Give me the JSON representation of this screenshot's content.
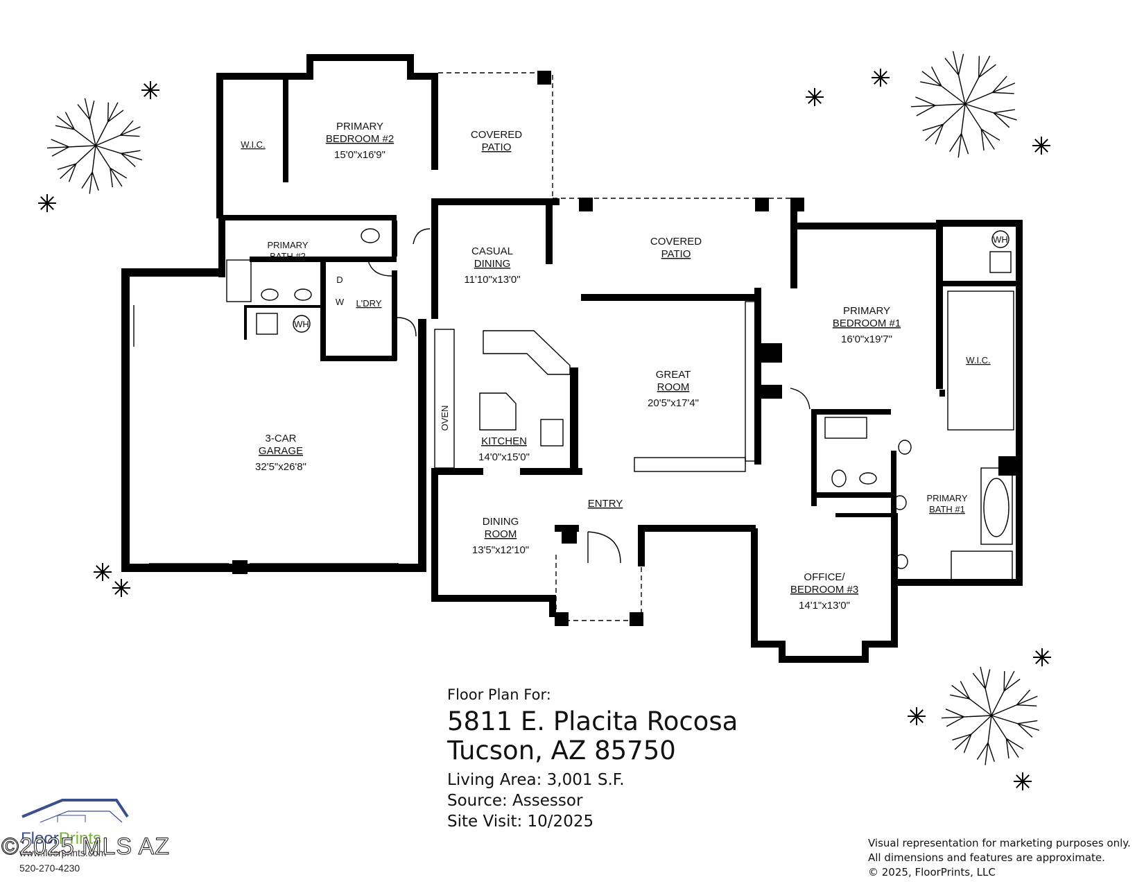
{
  "rooms": {
    "wic_left": {
      "name": "W.I.C."
    },
    "primary_bedroom_2": {
      "name1": "PRIMARY",
      "name2": "BEDROOM #2",
      "dims": "15'0\"x16'9\""
    },
    "covered_patio_top": {
      "name1": "COVERED",
      "name2": "PATIO"
    },
    "primary_bath_2": {
      "name1": "PRIMARY",
      "name2": "BATH #2"
    },
    "wh_left": "WH",
    "laundry": {
      "name": "L'DRY",
      "d": "D",
      "w": "W"
    },
    "casual_dining": {
      "name1": "CASUAL",
      "name2": "DINING",
      "dims": "11'10\"x13'0\""
    },
    "covered_patio_center": {
      "name1": "COVERED",
      "name2": "PATIO"
    },
    "garage": {
      "name1": "3-CAR",
      "name2": "GARAGE",
      "dims": "32'5\"x26'8\""
    },
    "great_room": {
      "name1": "GREAT",
      "name2": "ROOM",
      "dims": "20'5\"x17'4\""
    },
    "kitchen": {
      "name": "KITCHEN",
      "dims": "14'0\"x15'0\"",
      "oven": "OVEN"
    },
    "primary_bedroom_1": {
      "name1": "PRIMARY",
      "name2": "BEDROOM #1",
      "dims": "16'0\"x19'7\""
    },
    "wic_right": {
      "name": "W.I.C."
    },
    "wh_right": "WH",
    "primary_bath_1": {
      "name1": "PRIMARY",
      "name2": "BATH #1"
    },
    "entry": {
      "name": "ENTRY"
    },
    "dining_room": {
      "name1": "DINING",
      "name2": "ROOM",
      "dims": "13'5\"x12'10\""
    },
    "office": {
      "name1": "OFFICE/",
      "name2": "BEDROOM #3",
      "dims": "14'1\"x13'0\""
    }
  },
  "info": {
    "intro": "Floor Plan For:",
    "address_line1": "5811 E. Placita Rocosa",
    "address_line2": "Tucson, AZ  85750",
    "living_area": "Living Area:  3,001 S.F.",
    "source": "Source:  Assessor",
    "site_visit": "Site Visit:  10/2025"
  },
  "disclaimer": {
    "line1": "Visual representation for marketing purposes only.",
    "line2": "All dimensions and features are approximate.",
    "line3": "© 2025, FloorPrints, LLC"
  },
  "brand": {
    "name_a": "Floor",
    "name_b": "Prints",
    "url": "www.floorprints.com",
    "phone": "520-270-4230",
    "logo_color": "#3a4f8c",
    "accent_color": "#79b03a"
  },
  "watermark": "©2025 MLS AZ",
  "colors": {
    "wall": "#000000",
    "background": "#ffffff"
  }
}
